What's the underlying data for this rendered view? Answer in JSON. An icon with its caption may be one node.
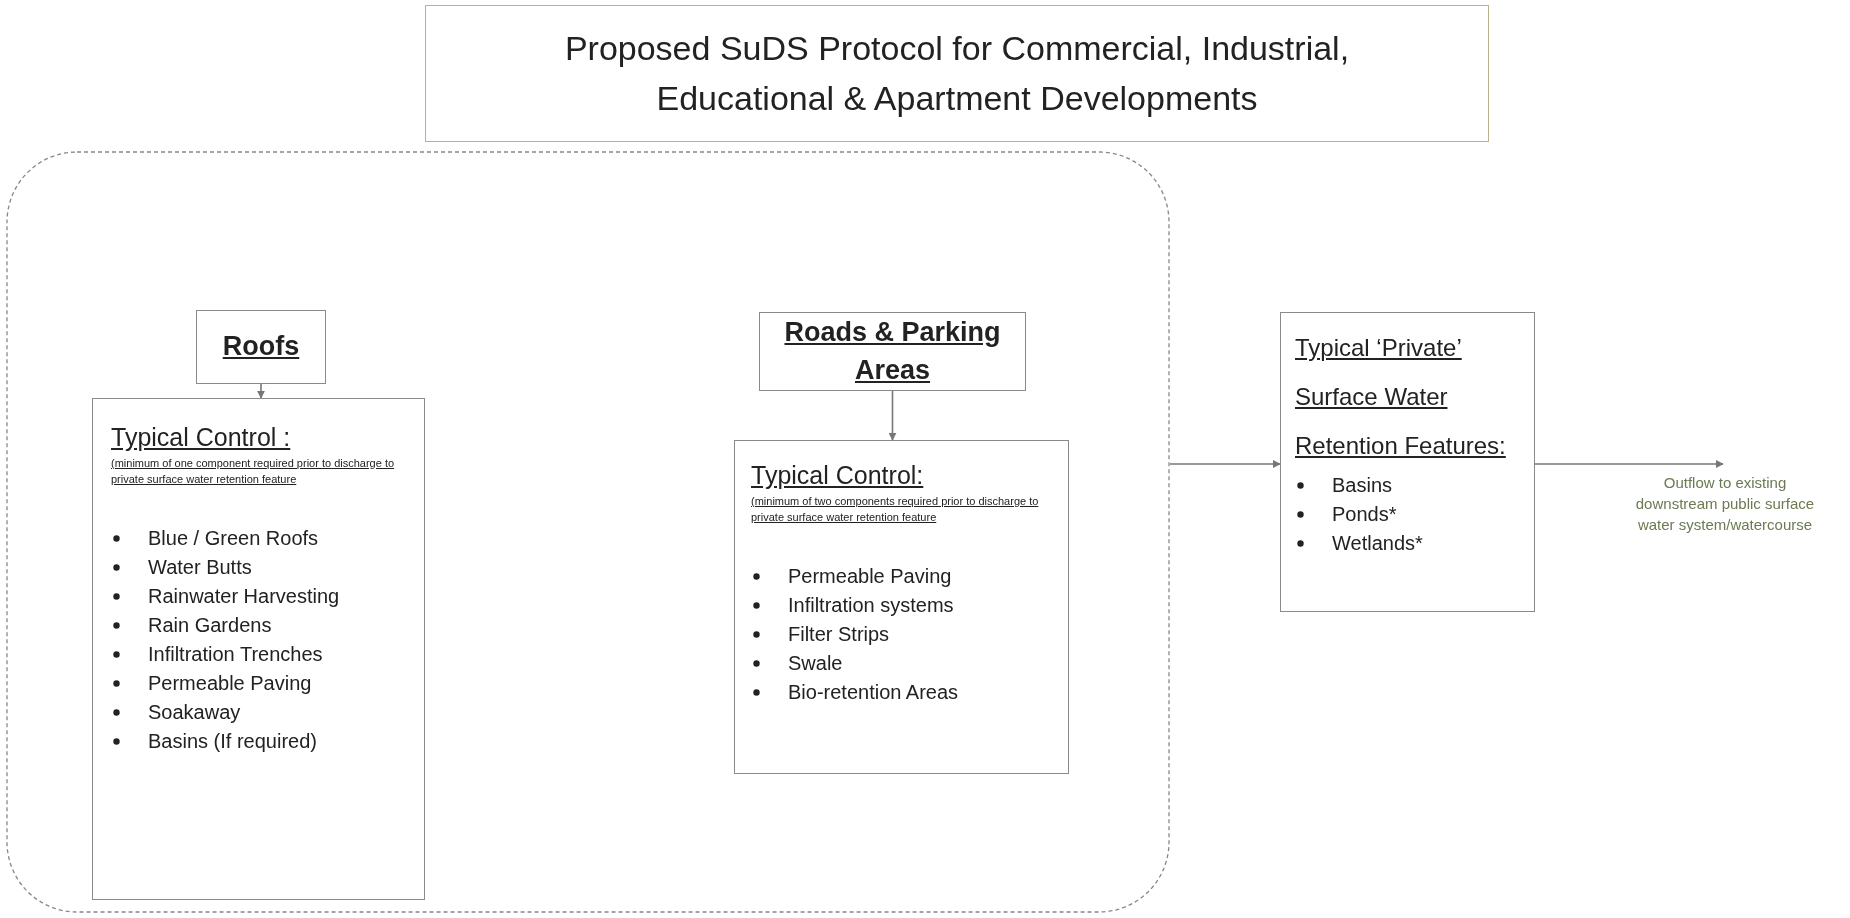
{
  "diagram": {
    "title": "Proposed SuDS Protocol for Commercial, Industrial, Educational & Apartment Developments",
    "nodes": [
      {
        "text": [],
        "shape": "box"
      },
      {
        "text": [
          "Roofs"
        ],
        "in": 0
      },
      {
        "text": [
          "Typical Control :",
          "(minimum of one component required prior to discharge to private surface water retention feature",
          "Blue / Green Roofs",
          "Water Butts",
          "Rainwater Harvesting",
          "Rain Gardens",
          "Infiltration Trenches",
          "Permeable Paving",
          "Soakaway",
          "Basins (If required)"
        ],
        "in": 0
      },
      {
        "text": [
          "Roads & Parking Areas"
        ],
        "in": 0
      },
      {
        "text": [
          "Typical Control:",
          "(minimum of two components required prior to discharge to private surface water retention feature",
          "Permeable Paving",
          "Infiltration systems",
          "Filter Strips",
          "Swale",
          "Bio-retention Areas"
        ],
        "in": 0
      },
      {
        "text": [
          "Typical ‘Private’ Surface Water Retention Features:",
          "Basins",
          "Ponds*",
          "Wetlands*"
        ]
      },
      {
        "text": [
          "Outflow to existing downstream public surface water system/watercourse"
        ]
      }
    ],
    "edges": [
      {
        "from": 1,
        "to": 2,
        "arrow": "to"
      },
      {
        "from": 3,
        "to": 4,
        "arrow": "to"
      },
      {
        "from": 0,
        "to": 5,
        "arrow": "to"
      },
      {
        "from": 5,
        "to": 6,
        "arrow": "to"
      }
    ]
  }
}
